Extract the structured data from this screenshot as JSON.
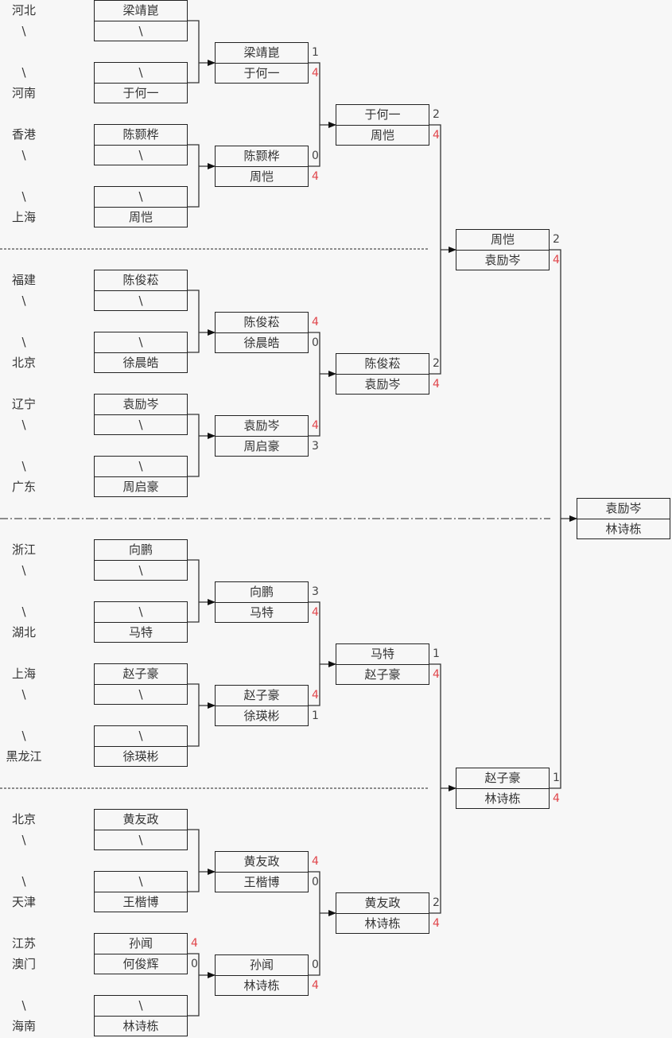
{
  "colors": {
    "win_score": "#e0444a",
    "line": "#222222",
    "background": "#f7f7f7"
  },
  "round1": [
    {
      "region_a": "河北",
      "player_a": "梁靖崑",
      "region_b": "\\",
      "player_b": "\\"
    },
    {
      "region_a": "\\",
      "player_a": "\\",
      "region_b": "河南",
      "player_b": "于何一"
    },
    {
      "region_a": "香港",
      "player_a": "陈颢桦",
      "region_b": "\\",
      "player_b": "\\"
    },
    {
      "region_a": "\\",
      "player_a": "\\",
      "region_b": "上海",
      "player_b": "周恺"
    },
    {
      "region_a": "福建",
      "player_a": "陈俊菘",
      "region_b": "\\",
      "player_b": "\\"
    },
    {
      "region_a": "\\",
      "player_a": "\\",
      "region_b": "北京",
      "player_b": "徐晨皓"
    },
    {
      "region_a": "辽宁",
      "player_a": "袁励岑",
      "region_b": "\\",
      "player_b": "\\"
    },
    {
      "region_a": "\\",
      "player_a": "\\",
      "region_b": "广东",
      "player_b": "周启豪"
    },
    {
      "region_a": "浙江",
      "player_a": "向鹏",
      "region_b": "\\",
      "player_b": "\\"
    },
    {
      "region_a": "\\",
      "player_a": "\\",
      "region_b": "湖北",
      "player_b": "马特"
    },
    {
      "region_a": "上海",
      "player_a": "赵子豪",
      "region_b": "\\",
      "player_b": "\\"
    },
    {
      "region_a": "\\",
      "player_a": "\\",
      "region_b": "黑龙江",
      "player_b": "徐瑛彬"
    },
    {
      "region_a": "北京",
      "player_a": "黄友政",
      "region_b": "\\",
      "player_b": "\\"
    },
    {
      "region_a": "\\",
      "player_a": "\\",
      "region_b": "天津",
      "player_b": "王楷博"
    },
    {
      "region_a": "江苏",
      "player_a": "孙闻",
      "score_a": "4",
      "region_b": "澳门",
      "player_b": "何俊辉",
      "score_b": "0"
    },
    {
      "region_a": "\\",
      "player_a": "\\",
      "region_b": "海南",
      "player_b": "林诗栋"
    }
  ],
  "round2": [
    {
      "player_a": "梁靖崑",
      "score_a": "1",
      "player_b": "于何一",
      "score_b": "4"
    },
    {
      "player_a": "陈颢桦",
      "score_a": "0",
      "player_b": "周恺",
      "score_b": "4"
    },
    {
      "player_a": "陈俊菘",
      "score_a": "4",
      "player_b": "徐晨皓",
      "score_b": "0"
    },
    {
      "player_a": "袁励岑",
      "score_a": "4",
      "player_b": "周启豪",
      "score_b": "3"
    },
    {
      "player_a": "向鹏",
      "score_a": "3",
      "player_b": "马特",
      "score_b": "4"
    },
    {
      "player_a": "赵子豪",
      "score_a": "4",
      "player_b": "徐瑛彬",
      "score_b": "1"
    },
    {
      "player_a": "黄友政",
      "score_a": "4",
      "player_b": "王楷博",
      "score_b": "0"
    },
    {
      "player_a": "孙闻",
      "score_a": "0",
      "player_b": "林诗栋",
      "score_b": "4"
    }
  ],
  "round3": [
    {
      "player_a": "于何一",
      "score_a": "2",
      "player_b": "周恺",
      "score_b": "4"
    },
    {
      "player_a": "陈俊菘",
      "score_a": "2",
      "player_b": "袁励岑",
      "score_b": "4"
    },
    {
      "player_a": "马特",
      "score_a": "1",
      "player_b": "赵子豪",
      "score_b": "4"
    },
    {
      "player_a": "黄友政",
      "score_a": "2",
      "player_b": "林诗栋",
      "score_b": "4"
    }
  ],
  "round4": [
    {
      "player_a": "周恺",
      "score_a": "2",
      "player_b": "袁励岑",
      "score_b": "4"
    },
    {
      "player_a": "赵子豪",
      "score_a": "1",
      "player_b": "林诗栋",
      "score_b": "4"
    }
  ],
  "final": {
    "player_a": "袁励岑",
    "player_b": "林诗栋"
  }
}
